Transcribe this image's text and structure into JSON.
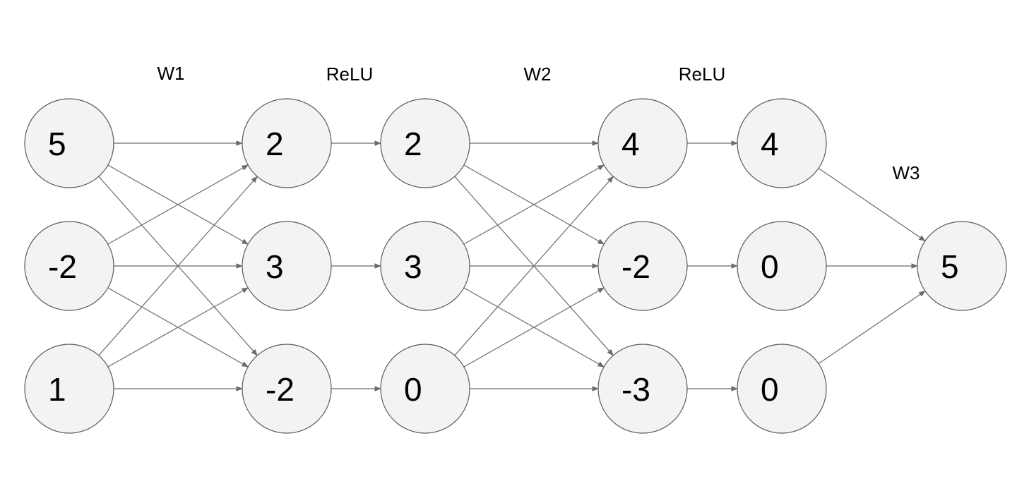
{
  "labels": {
    "w1": "W1",
    "relu_1": "ReLU",
    "w2": "W2",
    "relu_2": "ReLU",
    "w3": "W3"
  },
  "layers": [
    {
      "values": [
        "5",
        "-2",
        "1"
      ]
    },
    {
      "values": [
        "2",
        "3",
        "-2"
      ]
    },
    {
      "values": [
        "2",
        "3",
        "0"
      ]
    },
    {
      "values": [
        "4",
        "-2",
        "-3"
      ]
    },
    {
      "values": [
        "4",
        "0",
        "0"
      ]
    },
    {
      "values": [
        "5"
      ]
    }
  ],
  "connections": [
    {
      "from": 0,
      "to": 1,
      "pattern": "full"
    },
    {
      "from": 1,
      "to": 2,
      "pattern": "one-to-one"
    },
    {
      "from": 2,
      "to": 3,
      "pattern": "full"
    },
    {
      "from": 3,
      "to": 4,
      "pattern": "one-to-one"
    },
    {
      "from": 4,
      "to": 5,
      "pattern": "full"
    }
  ],
  "colors": {
    "node_fill": "#f3f3f3",
    "node_stroke": "#5a5a5a",
    "edge": "#6b6b6b",
    "text": "#000000"
  }
}
